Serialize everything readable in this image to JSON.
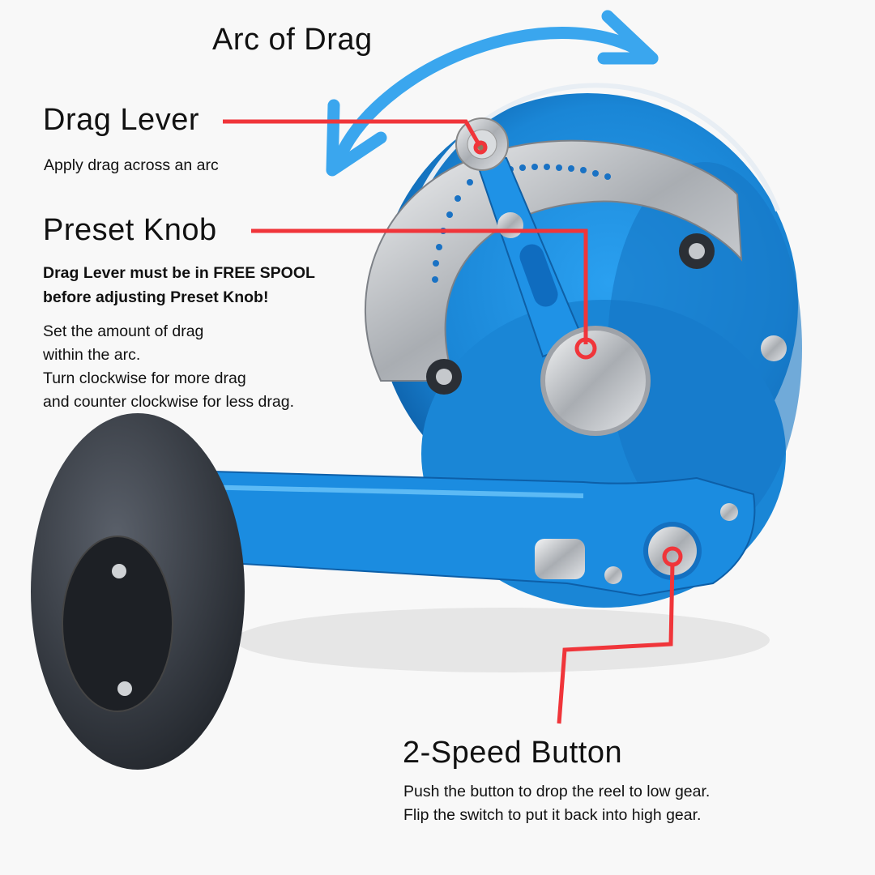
{
  "labels": {
    "arc_of_drag": {
      "title": "Arc of Drag"
    },
    "drag_lever": {
      "title": "Drag Lever",
      "description": "Apply drag across an arc"
    },
    "preset_knob": {
      "title": "Preset Knob",
      "warning": [
        "Drag Lever must be in FREE SPOOL",
        "before adjusting Preset Knob!"
      ],
      "description": [
        "Set the amount of drag",
        "within the arc.",
        "Turn clockwise for more drag",
        "and counter clockwise for less drag."
      ]
    },
    "two_speed_button": {
      "title": "2-Speed Button",
      "description": [
        "Push the button to drop the reel to low gear.",
        "Flip the switch to put it back into high gear."
      ]
    }
  },
  "colors": {
    "background": "#f8f8f8",
    "reel_blue": "#1a86d6",
    "reel_blue_dark": "#0d5fa8",
    "arc_arrow": "#3aa6ee",
    "leader_line": "#f0353a",
    "handle_knob": "#3a3f47",
    "chrome": "#c9ccd0"
  },
  "icons": {
    "arc_arrow": "double-headed-curved-arrow-icon",
    "callout_marker": "red-ring-marker-icon"
  }
}
